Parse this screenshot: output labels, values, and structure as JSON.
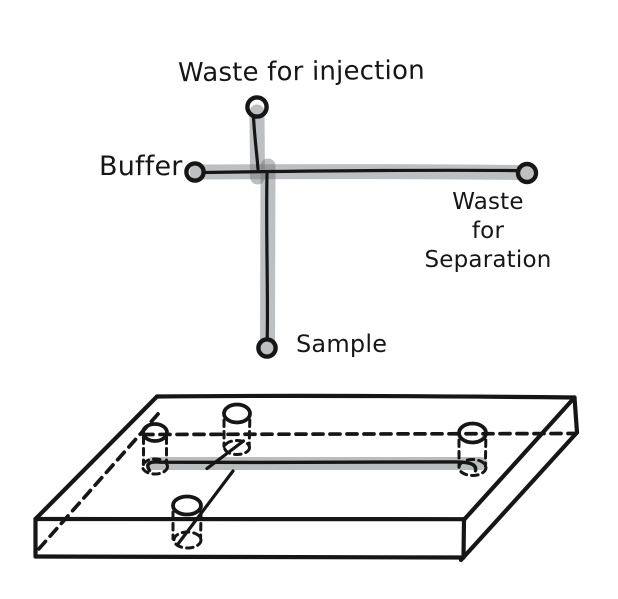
{
  "schematic": {
    "labels": {
      "waste_injection": "Waste for injection",
      "buffer": "Buffer",
      "waste_separation": "Waste\nfor\nSeparation",
      "sample": "Sample"
    },
    "reservoir_names": [
      "Buffer",
      "Waste for injection",
      "Waste for separation",
      "Sample"
    ]
  },
  "colors": {
    "ink": "#161616",
    "background": "#ffffff",
    "schematic_channel": "#bfc3c6",
    "junction_overlap": "#9ca2a6",
    "chip_channel": "#b9bdbd"
  }
}
